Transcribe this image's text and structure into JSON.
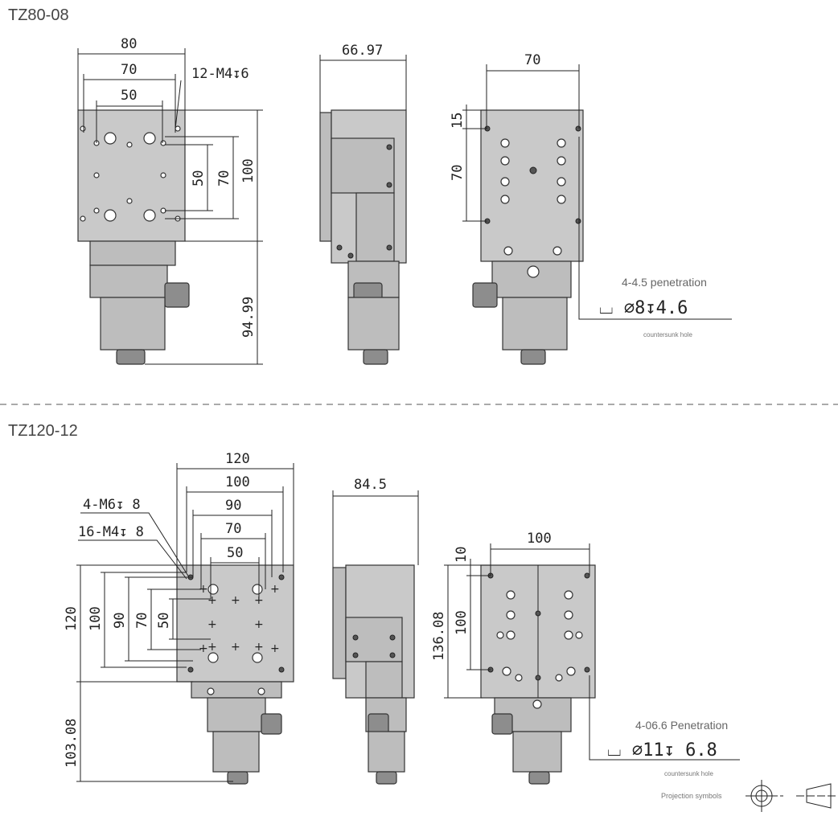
{
  "models": [
    {
      "title": "TZ80-08",
      "front_dims": {
        "width_outer": "80",
        "width_mid": "70",
        "width_inner": "50",
        "thread": "12-M4↧6",
        "height_inner": "50",
        "height_mid": "70",
        "height_plate": "100",
        "height_lower": "94.99"
      },
      "side_dims": {
        "depth": "66.97"
      },
      "back_dims": {
        "width": "70",
        "top_offset": "15",
        "height": "70"
      },
      "callout": {
        "title": "4-4.5 penetration",
        "spec": "⌴ ⌀8↧4.6",
        "caption": "countersunk hole"
      }
    },
    {
      "title": "TZ120-12",
      "front_dims": {
        "w120": "120",
        "w100": "100",
        "w90": "90",
        "w70": "70",
        "w50": "50",
        "thread_a": "4-M6↧ 8",
        "thread_b": "16-M4↧ 8",
        "h120": "120",
        "h100": "100",
        "h90": "90",
        "h70": "70",
        "h50": "50",
        "height_lower": "103.08"
      },
      "side_dims": {
        "depth": "84.5"
      },
      "back_dims": {
        "width": "100",
        "top_offset": "10",
        "height": "100",
        "total_height": "136.08"
      },
      "callout": {
        "title": "4-06.6 Penetration",
        "spec": "⌴ ⌀11↧ 6.8",
        "caption": "countersunk hole"
      }
    }
  ],
  "projection_label": "Projection symbols"
}
